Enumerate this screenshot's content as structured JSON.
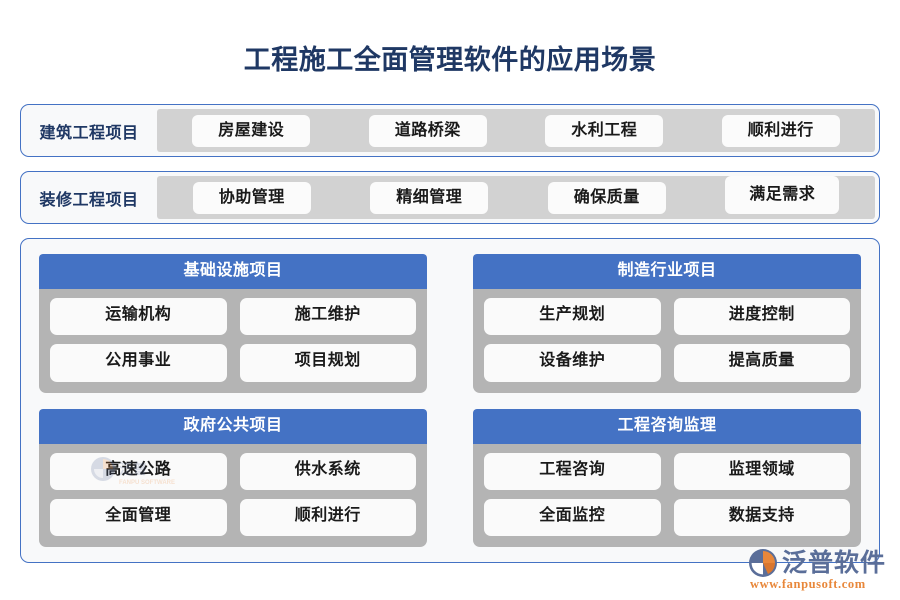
{
  "title": "工程施工全面管理软件的应用场景",
  "colors": {
    "accent_blue": "#4472C4",
    "title_navy": "#1F3864",
    "panel_gray": "#D2D2D2",
    "card_gray": "#B4B4B4",
    "chip_white": "#FAFAFA",
    "brand_orange": "#E8873A"
  },
  "rows": [
    {
      "label": "建筑工程项目",
      "chips": [
        "房屋建设",
        "道路桥梁",
        "水利工程",
        "顺利进行"
      ]
    },
    {
      "label": "装修工程项目",
      "chips": [
        "协助管理",
        "精细管理",
        "确保质量",
        "满足需求"
      ]
    }
  ],
  "cards": [
    {
      "header": "基础设施项目",
      "chips": [
        "运输机构",
        "施工维护",
        "公用事业",
        "项目规划"
      ]
    },
    {
      "header": "制造行业项目",
      "chips": [
        "生产规划",
        "进度控制",
        "设备维护",
        "提高质量"
      ]
    },
    {
      "header": "政府公共项目",
      "chips": [
        "高速公路",
        "供水系统",
        "全面管理",
        "顺利进行"
      ]
    },
    {
      "header": "工程咨询监理",
      "chips": [
        "工程咨询",
        "监理领域",
        "全面监控",
        "数据支持"
      ]
    }
  ],
  "brand": {
    "name": "泛普软件",
    "url": "www.fanpusoft.com"
  }
}
